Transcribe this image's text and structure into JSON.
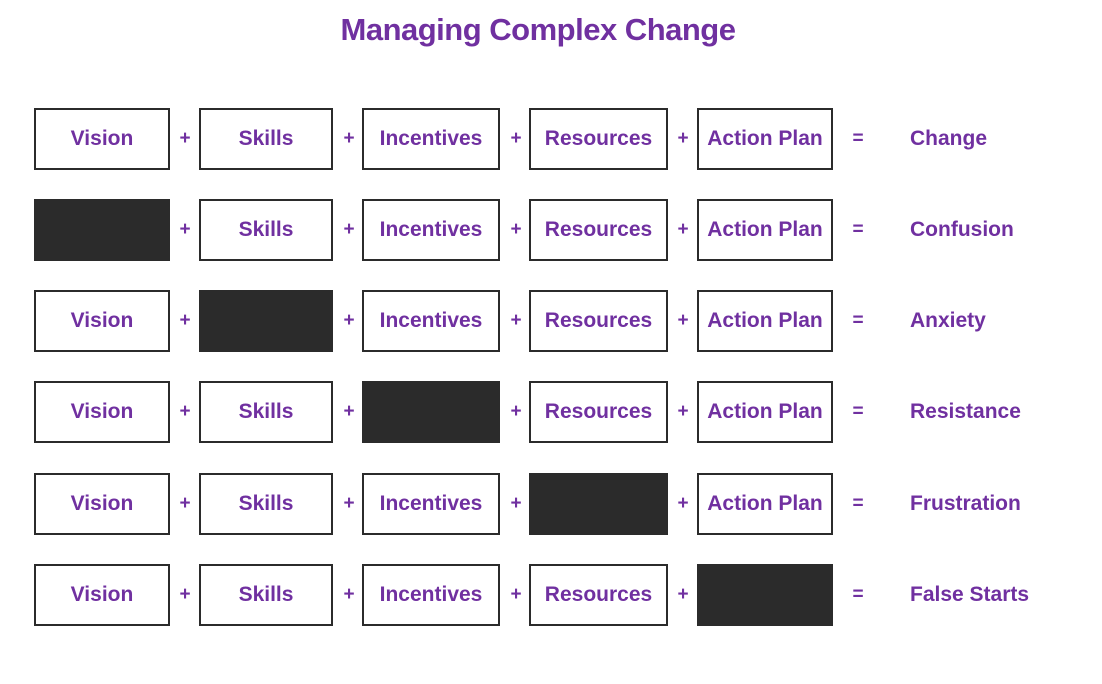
{
  "title": "Managing Complex Change",
  "plus": "+",
  "equals": "=",
  "rows": [
    {
      "items": [
        "Vision",
        "Skills",
        "Incentives",
        "Resources",
        "Action Plan"
      ],
      "result": "Change"
    },
    {
      "items": [
        "",
        "Skills",
        "Incentives",
        "Resources",
        "Action Plan"
      ],
      "result": "Confusion"
    },
    {
      "items": [
        "Vision",
        "",
        "Incentives",
        "Resources",
        "Action Plan"
      ],
      "result": "Anxiety"
    },
    {
      "items": [
        "Vision",
        "Skills",
        "",
        "Resources",
        "Action Plan"
      ],
      "result": "Resistance"
    },
    {
      "items": [
        "Vision",
        "Skills",
        "Incentives",
        "",
        "Action Plan"
      ],
      "result": "Frustration"
    },
    {
      "items": [
        "Vision",
        "Skills",
        "Incentives",
        "Resources",
        ""
      ],
      "result": "False Starts"
    }
  ],
  "colors": {
    "text": "#7030a0",
    "missing_box": "#2b2b2b",
    "border": "#2b2b2b"
  }
}
